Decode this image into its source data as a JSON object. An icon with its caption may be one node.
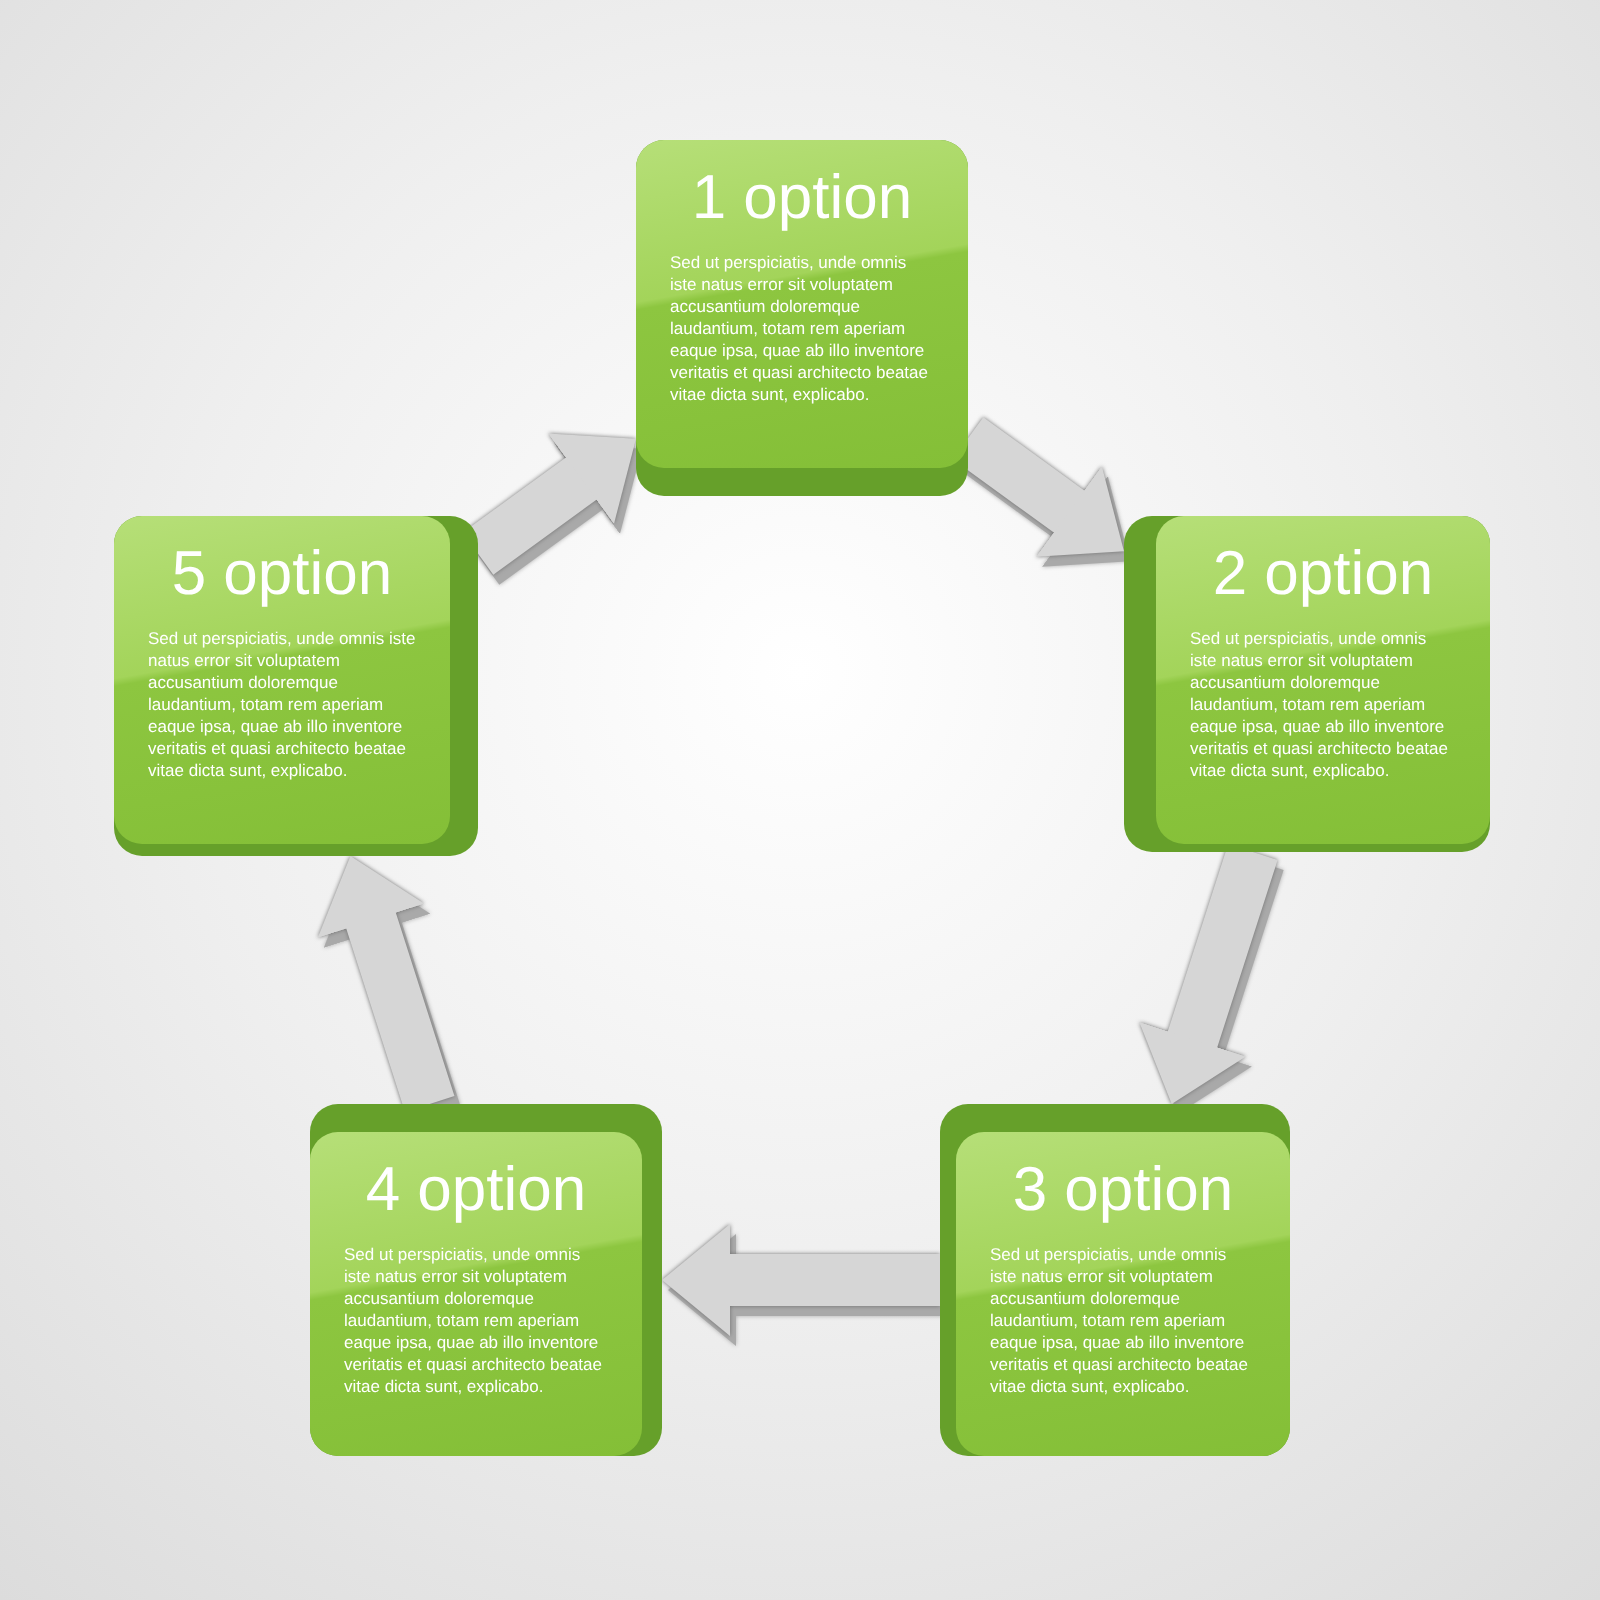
{
  "diagram": {
    "nodes": [
      {
        "text": [
          "1 option",
          "Sed ut perspiciatis, unde omnis iste natus error sit voluptatem accusantium doloremque laudantium, totam rem aperiam eaque ipsa, quae ab illo inventore veritatis et quasi architecto beatae vitae dicta sunt, explicabo."
        ]
      },
      {
        "text": [
          "2 option",
          "Sed ut perspiciatis, unde omnis iste natus error sit voluptatem accusantium doloremque laudantium, totam rem aperiam eaque ipsa, quae ab illo inventore veritatis et quasi architecto beatae vitae dicta sunt, explicabo."
        ]
      },
      {
        "text": [
          "3 option",
          "Sed ut perspiciatis, unde omnis iste natus error sit voluptatem accusantium doloremque laudantium, totam rem aperiam eaque ipsa, quae ab illo inventore veritatis et quasi architecto beatae vitae dicta sunt, explicabo."
        ]
      },
      {
        "text": [
          "4 option",
          "Sed ut perspiciatis, unde omnis iste natus error sit voluptatem accusantium doloremque laudantium, totam rem aperiam eaque ipsa, quae ab illo inventore veritatis et quasi architecto beatae vitae dicta sunt, explicabo."
        ]
      },
      {
        "text": [
          "5 option",
          "Sed ut perspiciatis, unde omnis iste natus error sit voluptatem accusantium doloremque laudantium, totam rem aperiam eaque ipsa, quae ab illo inventore veritatis et quasi architecto beatae vitae dicta sunt, explicabo."
        ]
      }
    ],
    "edges": [
      {
        "from": 0,
        "to": 1,
        "arrow": "to"
      },
      {
        "from": 1,
        "to": 2,
        "arrow": "to"
      },
      {
        "from": 2,
        "to": 3,
        "arrow": "to"
      },
      {
        "from": 3,
        "to": 4,
        "arrow": "to"
      },
      {
        "from": 4,
        "to": 0,
        "arrow": "to"
      }
    ]
  }
}
